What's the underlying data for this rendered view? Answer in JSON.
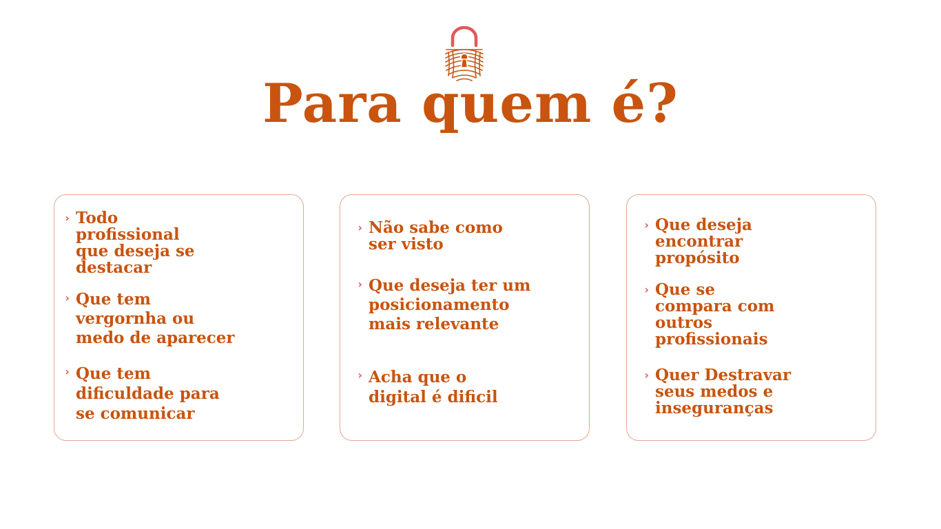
{
  "title": "Para quem é?",
  "logo": {
    "icon": "padlock-fingerprint-icon"
  },
  "colors": {
    "title": "#c8540f",
    "text": "#c8540f",
    "chevron": "#e2585a",
    "card_border": "#e1a890"
  },
  "chevron_glyph": "›",
  "cards": [
    {
      "items": [
        {
          "text": "Todo\nprofissional\nque deseja se\ndestacar"
        },
        {
          "text": "Que tem\nvergornha ou\nmedo de aparecer"
        },
        {
          "text": "Que tem\ndificuldade para\nse comunicar"
        }
      ]
    },
    {
      "items": [
        {
          "text": "Não sabe como\nser visto"
        },
        {
          "text": "Que deseja ter um\nposicionamento\nmais relevante"
        },
        {
          "text": "Acha que o\ndigital é dificil"
        }
      ]
    },
    {
      "items": [
        {
          "text": "Que deseja\nencontrar\npropósito"
        },
        {
          "text": "Que se\ncompara com\noutros\nprofissionais"
        },
        {
          "text": "Quer Destravar\nseus medos e\ninseguranças"
        }
      ]
    }
  ]
}
